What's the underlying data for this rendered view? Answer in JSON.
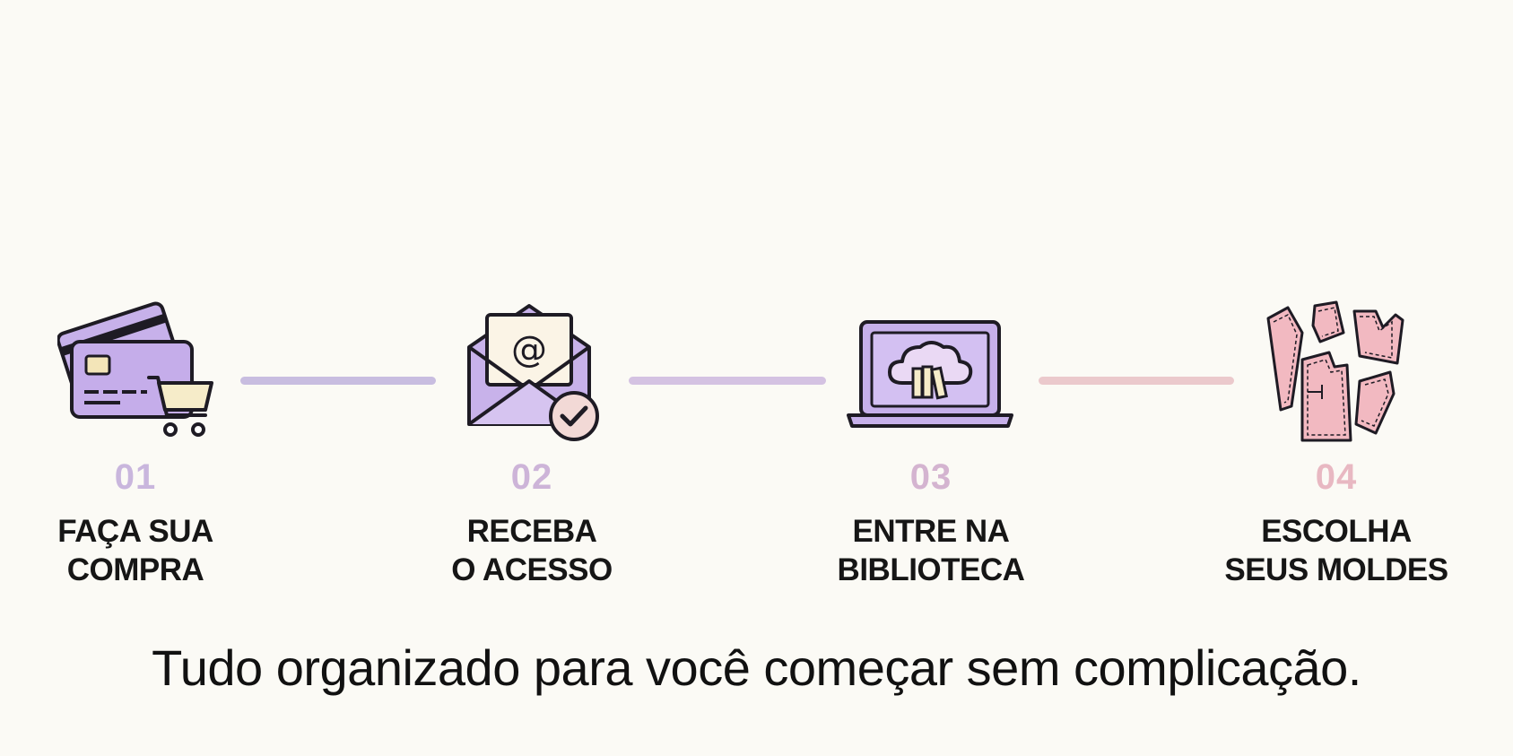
{
  "colors": {
    "background": "#fbfaf5",
    "lavender": "#c9b3ea",
    "step_number_1": "#c9b6dd",
    "step_number_2": "#cdb4d8",
    "step_number_3": "#d4b4d0",
    "step_number_4": "#e8b8c2",
    "pink": "#f2b8c0",
    "text": "#161616"
  },
  "steps": [
    {
      "number": "01",
      "title_line1": "FAÇA SUA",
      "title_line2": "COMPRA",
      "icon": "credit-card-cart-icon"
    },
    {
      "number": "02",
      "title_line1": "RECEBA",
      "title_line2": "O ACESSO",
      "icon": "email-check-icon"
    },
    {
      "number": "03",
      "title_line1": "ENTRE NA",
      "title_line2": "BIBLIOTECA",
      "icon": "laptop-cloud-library-icon"
    },
    {
      "number": "04",
      "title_line1": "ESCOLHA",
      "title_line2": "SEUS MOLDES",
      "icon": "sewing-patterns-icon"
    }
  ],
  "tagline": "Tudo organizado para você começar sem complicação."
}
